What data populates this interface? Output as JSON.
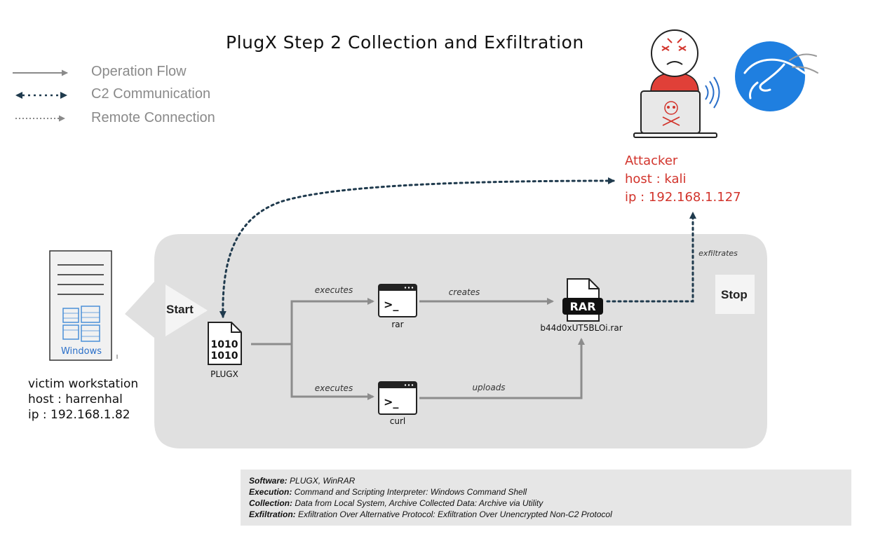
{
  "title": "PlugX Step 2  Collection and Exfiltration",
  "legend": {
    "operation_flow": "Operation Flow",
    "c2_communication": "C2 Communication",
    "remote_connection": "Remote Connection"
  },
  "attacker": {
    "label": "Attacker",
    "host": "host : kali",
    "ip": "ip : 192.168.1.127"
  },
  "victim": {
    "workstation": "victim workstation",
    "host": "host : harrenhal",
    "ip": "ip : 192.168.1.82",
    "os_label": "Windows"
  },
  "flow": {
    "start": "Start",
    "stop": "Stop",
    "plugx": "PLUGX",
    "plugx_glyph": "1010\n1010",
    "rar_tool": "rar",
    "curl_tool": "curl",
    "terminal_glyph": ">_",
    "archive_badge": "RAR",
    "archive_name": "b44d0xUT5BLOi.rar",
    "executes_top": "executes",
    "executes_bottom": "executes",
    "creates": "creates",
    "uploads": "uploads",
    "exfiltrates": "exfiltrates"
  },
  "info": {
    "software_key": "Software:",
    "software_val": " PLUGX, WinRAR",
    "execution_key": "Execution:",
    "execution_val": " Command and Scripting Interpreter: Windows Command Shell",
    "collection_key": "Collection:",
    "collection_val": " Data from Local System, Archive Collected Data: Archive via Utility",
    "exfiltration_key": "Exfiltration:",
    "exfiltration_val": " Exfiltration Over Alternative Protocol: Exfiltration Over Unencrypted Non-C2 Protocol"
  },
  "colors": {
    "panel": "#e0e0e0",
    "flow_line": "#8c8c8c",
    "c2_line": "#1f3a4d",
    "attacker_red": "#d2342c",
    "kali_blue": "#1f7fe0"
  }
}
